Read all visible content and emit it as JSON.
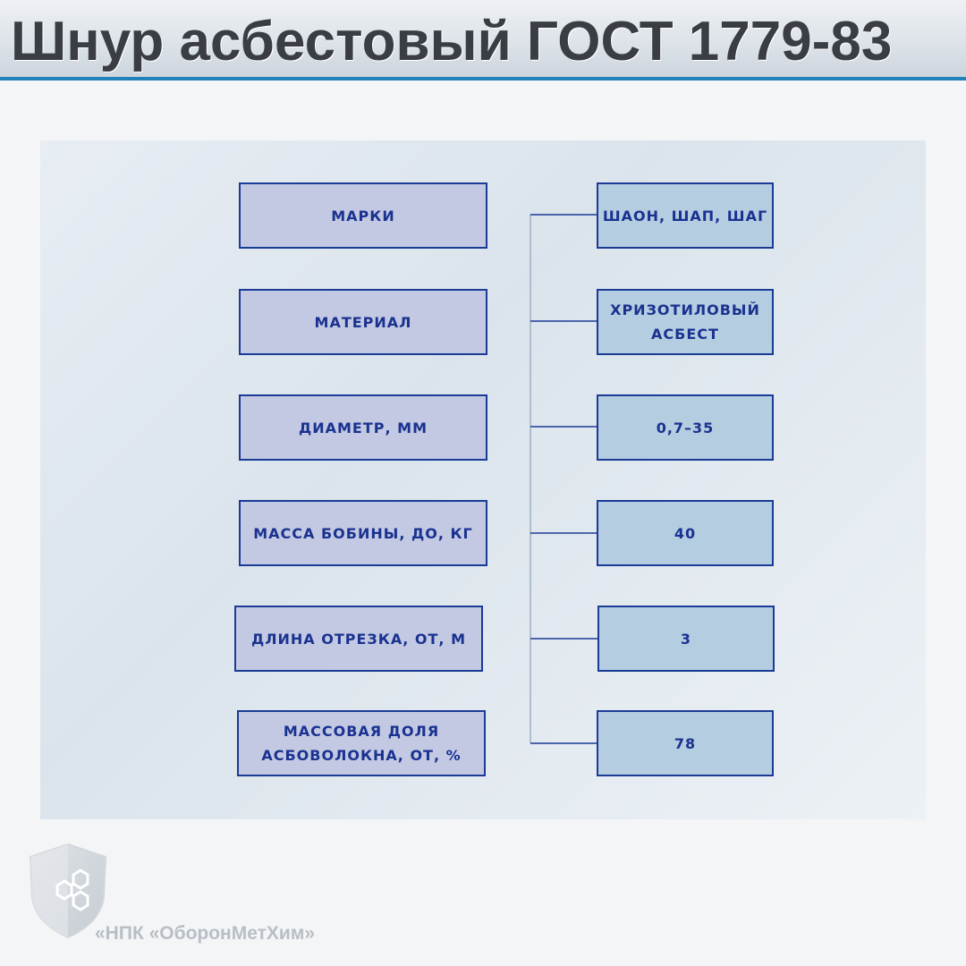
{
  "title": "Шнур асбестовый ГОСТ 1779-83",
  "rows": [
    {
      "label": "МАРКИ",
      "value": "ШАОН, ШАП, ШАГ"
    },
    {
      "label": "МАТЕРИАЛ",
      "value": "ХРИЗОТИЛОВЫЙ\nАСБЕСТ"
    },
    {
      "label": "ДИАМЕТР, ММ",
      "value": "0,7–35"
    },
    {
      "label": "МАССА БОБИНЫ, ДО, КГ",
      "value": "40"
    },
    {
      "label": "ДЛИНА ОТРЕЗКА, ОТ, М",
      "value": "3"
    },
    {
      "label": "МАССОВАЯ ДОЛЯ\nАСБОВОЛОКНА, ОТ, %",
      "value": "78"
    }
  ],
  "company": "«НПК «ОборонМетХим»",
  "colors": {
    "accent": "#1f82b8",
    "box_border": "#1a3b96",
    "label_fill": "#c3c9e3",
    "value_fill": "#b5cde0",
    "text": "#1a3290"
  },
  "icons": {
    "logo": "shield-molecule-icon"
  }
}
